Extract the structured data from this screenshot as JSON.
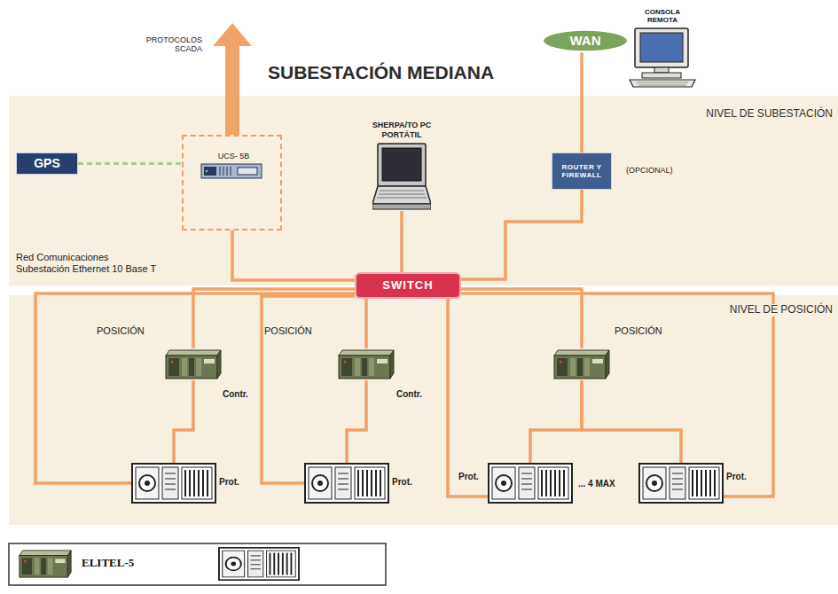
{
  "diagram": {
    "title": "SUBESTACIÓN MEDIANA",
    "nodes": [
      {
        "text": [
          "WAN"
        ]
      },
      {
        "text": [
          "CONSOLA REMOTA"
        ]
      },
      {
        "text": [
          "NIVEL DE SUBESTACIÓN"
        ]
      },
      {
        "text": [
          "GPS"
        ],
        "in": 2
      },
      {
        "text": [
          "UCS- 5B"
        ],
        "in": 2
      },
      {
        "text": [
          "SHERPA/TO PC PORTÁTIL"
        ],
        "in": 2
      },
      {
        "text": [
          "ROUTER Y FIREWALL"
        ],
        "in": 2
      },
      {
        "text": [
          "SWITCH"
        ]
      },
      {
        "text": [
          "NIVEL DE POSICIÓN"
        ]
      },
      {
        "text": [
          "POSICIÓN",
          "Contr."
        ],
        "in": 8
      },
      {
        "text": [
          "POSICIÓN",
          "Contr."
        ],
        "in": 8
      },
      {
        "text": [
          "POSICIÓN"
        ],
        "in": 8
      },
      {
        "text": [
          "Prot."
        ],
        "in": 8
      },
      {
        "text": [
          "Prot."
        ],
        "in": 8
      },
      {
        "text": [
          "Prot."
        ],
        "in": 8
      },
      {
        "text": [
          "Prot."
        ],
        "in": 8
      }
    ],
    "edges": [
      {
        "from": 0,
        "to": 1,
        "arrow": "none"
      },
      {
        "from": 0,
        "to": 6,
        "arrow": "none"
      },
      {
        "from": 6,
        "to": 7,
        "arrow": "none"
      },
      {
        "from": 4,
        "to": 7,
        "arrow": "none"
      },
      {
        "from": 5,
        "to": 7,
        "arrow": "none"
      },
      {
        "from": 3,
        "to": 4,
        "arrow": "none"
      },
      {
        "from": 7,
        "to": 9,
        "arrow": "none"
      },
      {
        "from": 7,
        "to": 10,
        "arrow": "none"
      },
      {
        "from": 7,
        "to": 11,
        "arrow": "none"
      },
      {
        "from": 9,
        "to": 12,
        "arrow": "none"
      },
      {
        "from": 10,
        "to": 13,
        "arrow": "none"
      },
      {
        "from": 11,
        "to": 14,
        "arrow": "none"
      },
      {
        "from": 11,
        "to": 15,
        "arrow": "none"
      },
      {
        "from": 7,
        "to": 12,
        "arrow": "none"
      },
      {
        "from": 7,
        "to": 13,
        "arrow": "none"
      },
      {
        "from": 7,
        "to": 14,
        "arrow": "none"
      },
      {
        "from": 7,
        "to": 15,
        "arrow": "none"
      }
    ],
    "labels": [
      "PROTOCOLOS SCADA",
      "(OPCIONAL)",
      "Red Comunicaciones Subestación Ethernet 10 Base T",
      "... 4 MAX"
    ],
    "legend": [
      {
        "text": "ELITEL-5"
      }
    ]
  }
}
